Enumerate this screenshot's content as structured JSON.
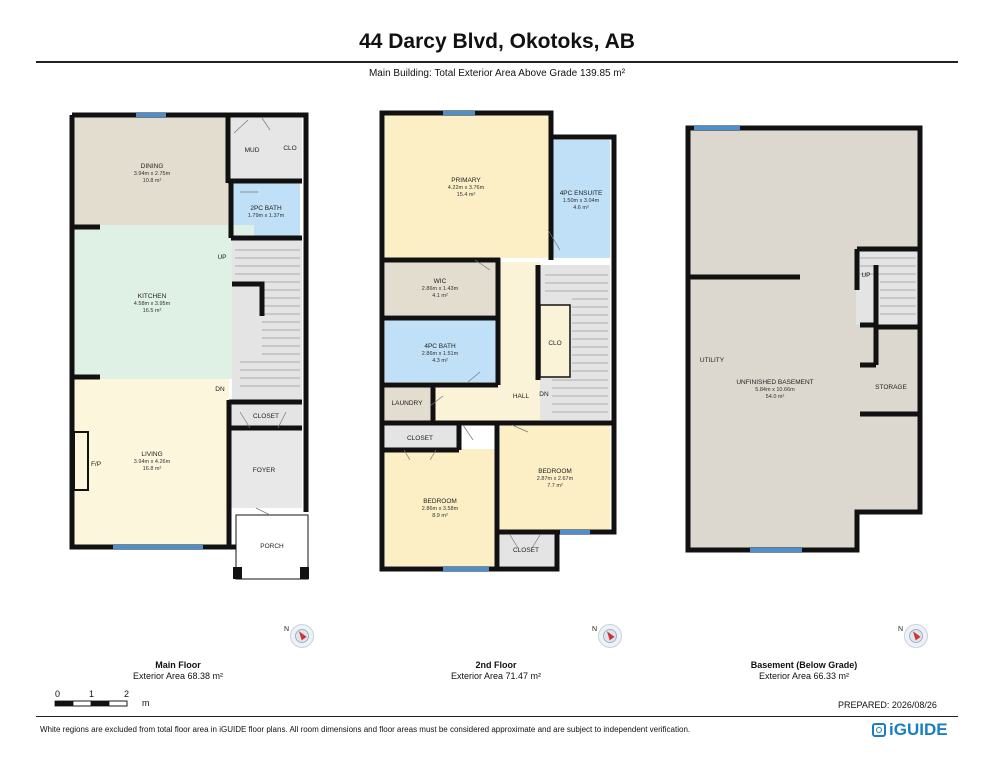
{
  "header": {
    "title": "44 Darcy Blvd, Okotoks, AB",
    "subtitle": "Main Building: Total Exterior Area Above Grade 139.85 m²"
  },
  "floors": {
    "main": {
      "title": "Main Floor",
      "area": "Exterior Area 68.38 m²",
      "rooms": {
        "dining": {
          "name": "DINING",
          "dims": "3.94m x 2.75m",
          "area": "10.8 m²"
        },
        "mud": {
          "name": "MUD"
        },
        "clo": {
          "name": "CLO"
        },
        "bath2pc": {
          "name": "2PC BATH",
          "dims": "1.79m x 1.37m"
        },
        "kitchen": {
          "name": "KITCHEN",
          "dims": "4.58m x 3.95m",
          "area": "16.5 m²"
        },
        "up": {
          "name": "UP"
        },
        "dn": {
          "name": "DN"
        },
        "closet": {
          "name": "CLOSET"
        },
        "living": {
          "name": "LIVING",
          "dims": "3.94m x 4.26m",
          "area": "16.8 m²"
        },
        "fp": {
          "name": "F/P"
        },
        "foyer": {
          "name": "FOYER"
        },
        "porch": {
          "name": "PORCH"
        }
      }
    },
    "second": {
      "title": "2nd Floor",
      "area": "Exterior Area 71.47 m²",
      "rooms": {
        "primary": {
          "name": "PRIMARY",
          "dims": "4.22m x 3.76m",
          "area": "15.4 m²"
        },
        "ensuite": {
          "name": "4PC ENSUITE",
          "dims": "1.50m x 3.04m",
          "area": "4.6 m²"
        },
        "wic": {
          "name": "WIC",
          "dims": "2.86m x 1.43m",
          "area": "4.1 m²"
        },
        "bath4pc": {
          "name": "4PC BATH",
          "dims": "2.86m x 1.51m",
          "area": "4.3 m²"
        },
        "clo": {
          "name": "CLO"
        },
        "hall": {
          "name": "HALL"
        },
        "dn": {
          "name": "DN"
        },
        "laundry": {
          "name": "LAUNDRY"
        },
        "closet1": {
          "name": "CLOSET"
        },
        "bedroom1": {
          "name": "BEDROOM",
          "dims": "2.86m x 3.58m",
          "area": "8.9 m²"
        },
        "bedroom2": {
          "name": "BEDROOM",
          "dims": "2.87m x 2.67m",
          "area": "7.7 m²"
        },
        "closet2": {
          "name": "CLOSET"
        }
      }
    },
    "basement": {
      "title": "Basement (Below Grade)",
      "area": "Exterior Area 66.33 m²",
      "rooms": {
        "up": {
          "name": "UP"
        },
        "utility": {
          "name": "UTILITY"
        },
        "unfinished": {
          "name": "UNFINISHED BASEMENT",
          "dims": "5.84m x 10.66m",
          "area": "54.0 m²"
        },
        "storage": {
          "name": "STORAGE"
        }
      }
    }
  },
  "compass": {
    "label": "N"
  },
  "scale": {
    "ticks": [
      "0",
      "1",
      "2"
    ],
    "unit": "m"
  },
  "prepared": "PREPARED:  2026/08/26",
  "disclaimer": "White regions are excluded from total floor area in iGUIDE floor plans. All room dimensions and floor areas must be considered approximate and are subject to independent verification.",
  "brand": "iGUIDE",
  "colors": {
    "wall": "#111111",
    "dining": "#e3ddd0",
    "kitchen": "#dff0e4",
    "living": "#fbf6dc",
    "bath": "#bfe0f7",
    "bedroom": "#fcefc6",
    "utility_grey": "#ddd8cf",
    "hall": "#faf3d8",
    "window": "#4c8fcf",
    "stairs": "#e4e4e4"
  }
}
